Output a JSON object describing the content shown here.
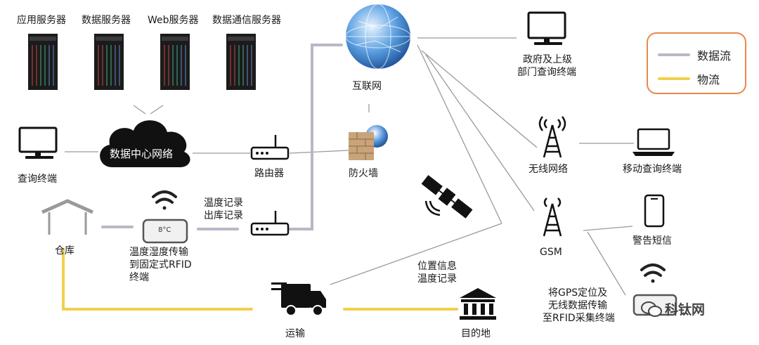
{
  "colors": {
    "data_flow": "#b7b9c7",
    "logistics_flow": "#f1d04c",
    "line": "#9a9a9a",
    "legend_border": "#e8884a",
    "server": "#1b1b1b",
    "cloud": "#111111"
  },
  "servers": [
    {
      "label": "应用服务器",
      "icon": "server-rack-icon"
    },
    {
      "label": "数据服务器",
      "icon": "server-rack-icon"
    },
    {
      "label": "Web服务器",
      "icon": "server-rack-icon"
    },
    {
      "label": "数据通信服务器",
      "icon": "server-rack-icon"
    }
  ],
  "nodes": {
    "query_terminal": "查询终端",
    "data_center": "数据中心网络",
    "router": "路由器",
    "internet": "互联网",
    "firewall": "防火墙",
    "warehouse": "仓库",
    "temp_sensor_display": "8°C",
    "temp_sensor_label": [
      "温度湿度传输",
      "到固定式RFID",
      "终端"
    ],
    "record_label": [
      "温度记录",
      "出库记录"
    ],
    "transport": "运输",
    "destination": "目的地",
    "position_label": [
      "位置信息",
      "温度记录"
    ],
    "gov_terminal": [
      "政府及上级",
      "部门查询终端"
    ],
    "wireless": "无线网络",
    "mobile_terminal": "移动查询终端",
    "gsm": "GSM",
    "alert_sms": "警告短信",
    "gps_label": [
      "将GPS定位及",
      "无线数据传输",
      "至RFID采集终端"
    ]
  },
  "legend": {
    "data_flow": "数据流",
    "logistics_flow": "物流"
  },
  "watermark": "科钛网"
}
